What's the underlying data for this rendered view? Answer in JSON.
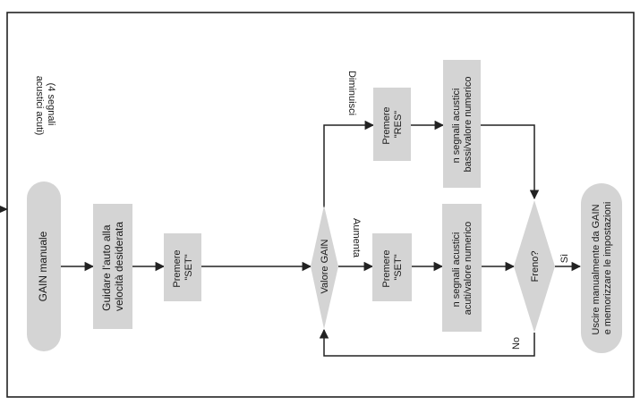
{
  "diagram": {
    "colors": {
      "box_fill": "#d4d4d4",
      "line": "#222222",
      "text": "#1a1a1a",
      "frame": "#222222"
    },
    "note": {
      "line1": "(4 segnali",
      "line2": "acustici acuti)"
    },
    "nodes": {
      "start": {
        "line1": "GAIN manuale"
      },
      "drive": {
        "line1": "Guidare l'auto alla",
        "line2": "velocità desiderata"
      },
      "set1": {
        "line1": "Premere",
        "line2": "\"SET\""
      },
      "decision_gain": {
        "line1": "Valore GAIN"
      },
      "res": {
        "line1": "Premere",
        "line2": "\"RES\""
      },
      "set2": {
        "line1": "Premere",
        "line2": "\"SET\""
      },
      "low_beeps": {
        "line1": "n segnali acustici",
        "line2": "bassi/valore numerico"
      },
      "high_beeps": {
        "line1": "n segnali acustici",
        "line2": "acuti/valore numerico"
      },
      "decision_brake": {
        "line1": "Freno?"
      },
      "end": {
        "line1": "Uscire manualmente da GAIN",
        "line2": "e memorizzare le impostazioni"
      }
    },
    "edges": {
      "decrease": "Diminuisci",
      "increase": "Aumenta",
      "yes": "Sì",
      "no": "No"
    }
  }
}
